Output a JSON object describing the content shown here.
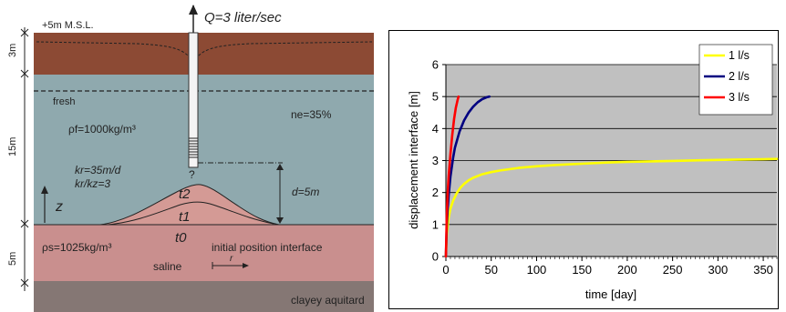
{
  "diagram": {
    "top_level": "+5m M.S.L.",
    "discharge": "Q=3 liter/sec",
    "depth_labels": [
      "3m",
      "15m",
      "5m"
    ],
    "fresh_label": "fresh",
    "rho_fresh": "ρf=1000kg/m³",
    "porosity": "ne=35%",
    "kr": "kr=35m/d",
    "kratio": "kr/kz=3",
    "unknown": "?",
    "d_label": "d=5m",
    "z_label": "z",
    "t2": "t2",
    "t1": "t1",
    "t0": "t0",
    "rho_saline": "ρs=1025kg/m³",
    "initial_interface": "initial position interface",
    "saline_label": "saline",
    "r_label": "r",
    "aquitard": "clayey aquitard",
    "colors": {
      "soil": "#8c4a34",
      "fresh": "#8fa9ae",
      "saline": "#c98f8e",
      "aquitard": "#857774",
      "mound": "#d49a95"
    }
  },
  "chart_data": {
    "type": "line",
    "title": "",
    "xlabel": "time [day]",
    "ylabel": "displacement  interface [m]",
    "xlim": [
      0,
      365
    ],
    "ylim": [
      0,
      6
    ],
    "xticks": [
      0,
      50,
      100,
      150,
      200,
      250,
      300,
      350
    ],
    "yticks": [
      0,
      1,
      2,
      3,
      4,
      5,
      6
    ],
    "grid": true,
    "legend_position": "top-right",
    "plot_background": "#c0c0c0",
    "series": [
      {
        "name": "1 l/s",
        "color": "#ffff00",
        "x": [
          0,
          1,
          3,
          5,
          8,
          12,
          16,
          20,
          25,
          30,
          40,
          50,
          60,
          80,
          100,
          120,
          150,
          180,
          200,
          250,
          300,
          350,
          365
        ],
        "y": [
          0,
          0.7,
          1.2,
          1.5,
          1.75,
          1.98,
          2.15,
          2.27,
          2.38,
          2.46,
          2.57,
          2.64,
          2.69,
          2.77,
          2.82,
          2.86,
          2.9,
          2.94,
          2.96,
          2.99,
          3.02,
          3.04,
          3.05
        ]
      },
      {
        "name": "2 l/s",
        "color": "#000080",
        "x": [
          0,
          1,
          2,
          3,
          5,
          8,
          10,
          15,
          20,
          25,
          30,
          35,
          40,
          45,
          48
        ],
        "y": [
          0,
          1.0,
          1.5,
          1.9,
          2.5,
          3.1,
          3.4,
          3.9,
          4.25,
          4.5,
          4.68,
          4.82,
          4.92,
          4.98,
          5.0
        ]
      },
      {
        "name": "3 l/s",
        "color": "#ff0000",
        "x": [
          0,
          1,
          2,
          3,
          5,
          7,
          9,
          11,
          13,
          14
        ],
        "y": [
          0,
          1.3,
          2.0,
          2.5,
          3.2,
          3.8,
          4.3,
          4.65,
          4.9,
          5.0
        ]
      }
    ]
  }
}
